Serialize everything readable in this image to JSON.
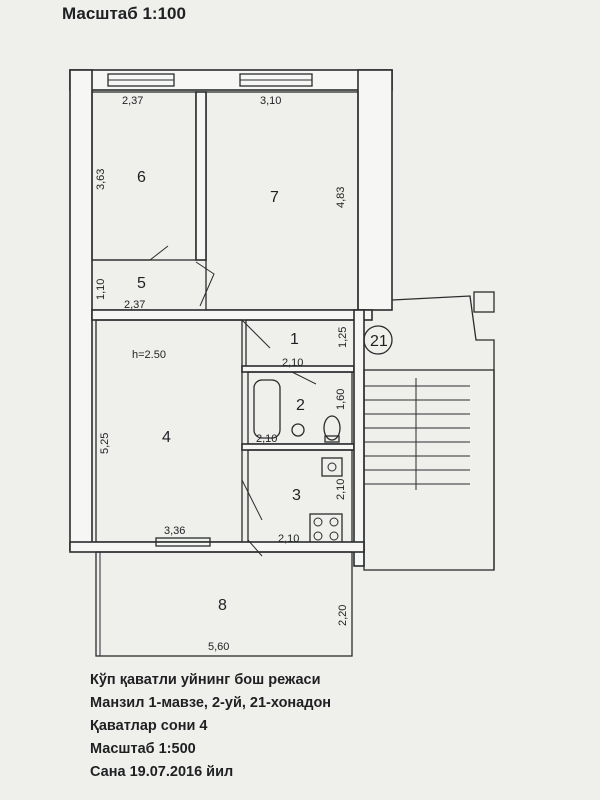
{
  "header": {
    "scale": "Масштаб 1:100"
  },
  "rooms": {
    "r1": "1",
    "r2": "2",
    "r3": "3",
    "r4": "4",
    "r5": "5",
    "r6": "6",
    "r7": "7",
    "r8": "8",
    "apartment": "21"
  },
  "dimensions": {
    "room6_width": "2,37",
    "room7_width": "3,10",
    "room6_height": "3,63",
    "room7_height": "4,83",
    "room5_height": "1,10",
    "room5_width": "2,37",
    "room1_height": "1,25",
    "room1_width": "2,10",
    "ceiling_height": "h=2.50",
    "room2_height": "1,60",
    "room2_width": "2,10",
    "room4_height": "5,25",
    "room3_height": "2,10",
    "room4_width": "3,36",
    "room3_width": "2,10",
    "room8_height": "2,20",
    "room8_width": "5,60"
  },
  "info": {
    "line1": "Кўп қаватли уйнинг бош режаси",
    "line2": "Манзил 1-мавзе, 2-уй, 21-хонадон",
    "line3": "Қаватлар сони 4",
    "line4": "Масштаб 1:500",
    "line5": "Сана 19.07.2016 йил"
  }
}
